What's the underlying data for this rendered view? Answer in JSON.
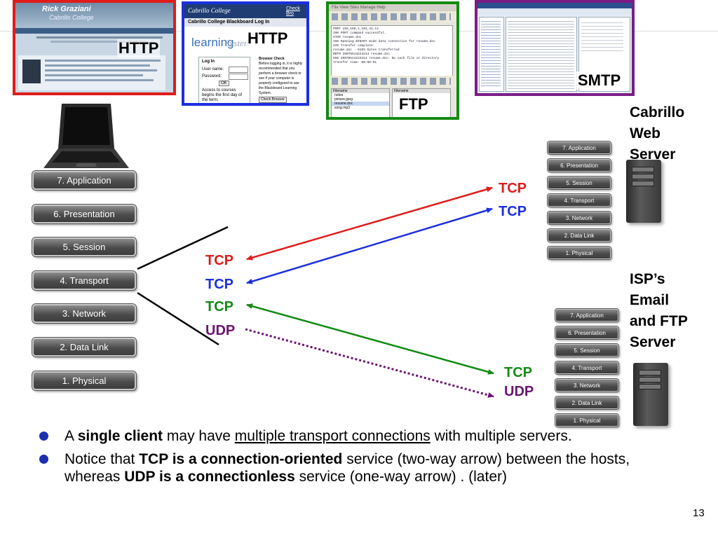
{
  "screenshots": {
    "red": {
      "title": "Rick Graziani",
      "subtitle": "Cabrillo College",
      "label": "HTTP"
    },
    "blue": {
      "logo": "Cabrillo College",
      "check_link": "Check Bro",
      "header": "Cabrillo College Blackboard Log In",
      "brand_learning": "learning",
      "brand_system": "System",
      "label": "HTTP",
      "login_title": "Log In",
      "username_label": "User name:",
      "password_label": "Password:",
      "ok_button": "OK",
      "note": "Access to courses begins the first day of the term.",
      "browser_check_title": "Browser Check",
      "browser_check_text": "Before logging in, it is highly recommended that you perform a browser check to see if your computer is properly configured to use the Blackboard Learning System.",
      "check_browser_button": "Check Browser"
    },
    "green": {
      "menu": "File  View  Sites  Manage  Help",
      "label": "FTP",
      "log_lines": [
        "PORT 192,168,1,101,42,14",
        "200 PORT command successful.",
        "STOR resume.doc",
        "150 Opening BINARY mode data connection for resume.doc",
        "226 Transfer complete.",
        "resume.doc - 6165 bytes transferred",
        "MDTM 20070514223214 resume.doc",
        "550 20070514223214 resume.doc: No such file or directory",
        "Transfer time: 00:00:01"
      ],
      "files_left_header": "Filename",
      "files_left": [
        "notes",
        "picture.jpeg",
        "resume.doc",
        "song.mp3"
      ],
      "files_right_header": "Filename"
    },
    "purple": {
      "label": "SMTP"
    }
  },
  "labels": {
    "web_server": [
      "Cabrillo",
      "Web",
      "Server"
    ],
    "isp_server": [
      "ISP’s",
      "Email",
      "and FTP",
      "Server"
    ]
  },
  "client_stack": [
    "7. Application",
    "6. Presentation",
    "5. Session",
    "4. Transport",
    "3. Network",
    "2. Data Link",
    "1. Physical"
  ],
  "web_stack": [
    "7. Application",
    "6. Presentation",
    "5. Session",
    "4. Transport",
    "3. Network",
    "2. Data Link",
    "1. Physical"
  ],
  "isp_stack": [
    "7. Application",
    "6. Presentation",
    "5. Session",
    "4. Transport",
    "3. Network",
    "2. Data Link",
    "1. Physical"
  ],
  "protocols": {
    "left": [
      {
        "text": "TCP",
        "color": "#e01b1b"
      },
      {
        "text": "TCP",
        "color": "#1c2fe0"
      },
      {
        "text": "TCP",
        "color": "#138a13"
      },
      {
        "text": "UDP",
        "color": "#6b1471"
      }
    ],
    "web": [
      {
        "text": "TCP",
        "color": "#e01b1b"
      },
      {
        "text": "TCP",
        "color": "#1c2fe0"
      }
    ],
    "isp": [
      {
        "text": "TCP",
        "color": "#138a13"
      },
      {
        "text": "UDP",
        "color": "#6b1471"
      }
    ]
  },
  "bullets": {
    "b1": {
      "pre": "A ",
      "bold": "single client",
      "mid": " may have ",
      "underline": "multiple transport connections",
      "post": " with multiple servers."
    },
    "b2": {
      "pre": "Notice that ",
      "bold1": "TCP is a connection-oriented",
      "mid": " service (two-way arrow) between the hosts, whereas ",
      "bold2": "UDP is a connectionless",
      "post": " service (one-way arrow) . (later)"
    }
  },
  "page_number": "13"
}
